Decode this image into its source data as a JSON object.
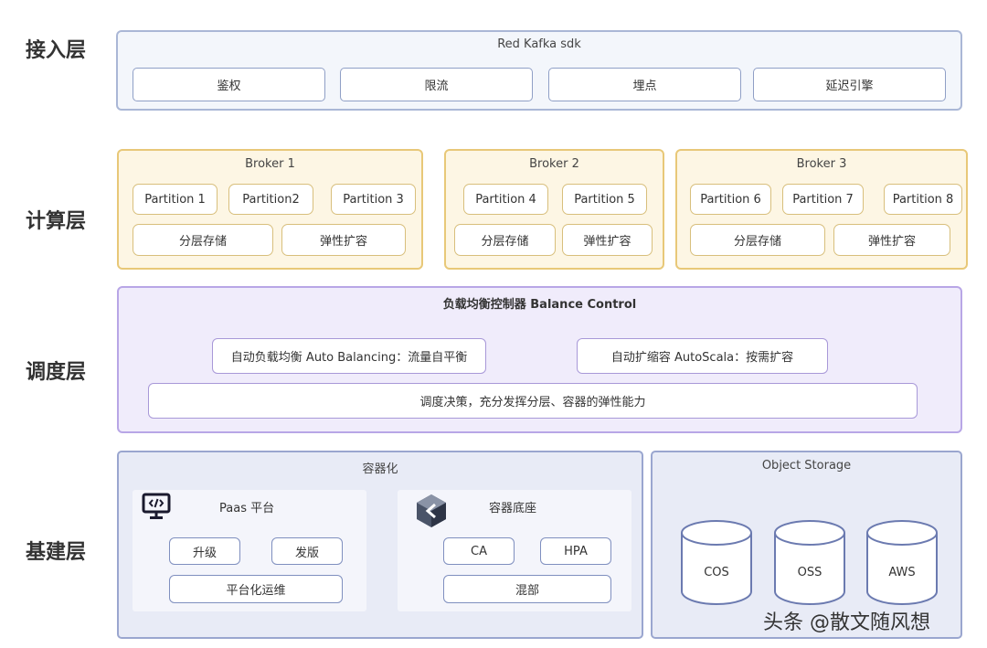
{
  "layers": {
    "access": "接入层",
    "compute": "计算层",
    "scheduling": "调度层",
    "infrastructure": "基建层"
  },
  "access": {
    "title": "Red Kafka sdk",
    "items": [
      "鉴权",
      "限流",
      "埋点",
      "延迟引擎"
    ]
  },
  "compute": {
    "brokers": [
      {
        "title": "Broker 1",
        "partitions": [
          "Partition 1",
          "Partition2",
          "Partition 3"
        ],
        "features": [
          "分层存储",
          "弹性扩容"
        ]
      },
      {
        "title": "Broker 2",
        "partitions": [
          "Partition 4",
          "Partition 5"
        ],
        "features": [
          "分层存储",
          "弹性扩容"
        ]
      },
      {
        "title": "Broker 3",
        "partitions": [
          "Partition 6",
          "Partition 7",
          "Partition 8"
        ],
        "features": [
          "分层存储",
          "弹性扩容"
        ]
      }
    ]
  },
  "scheduling": {
    "title": "负载均衡控制器 Balance Control",
    "auto_balancing": "自动负载均衡 Auto Balancing：流量自平衡",
    "auto_scala": "自动扩缩容 AutoScala：按需扩容",
    "decision": "调度决策，充分发挥分层、容器的弹性能力"
  },
  "infra": {
    "container_title": "容器化",
    "paas": {
      "title": "Paas 平台",
      "items": [
        "升级",
        "发版"
      ],
      "ops": "平台化运维"
    },
    "container_base": {
      "title": "容器底座",
      "items": [
        "CA",
        "HPA"
      ],
      "mixed": "混部"
    },
    "storage": {
      "title": "Object Storage",
      "items": [
        "COS",
        "OSS",
        "AWS"
      ]
    }
  },
  "watermark": "头条 @散文随风想",
  "colors": {
    "access_border": "#aab7d6",
    "compute_border": "#e8c878",
    "compute_fill": "#fdf6e4",
    "schedule_border": "#b8a6e6",
    "schedule_fill": "#f0ecfb",
    "infra_border": "#9aa6cf",
    "infra_fill": "#e8ebf6"
  }
}
